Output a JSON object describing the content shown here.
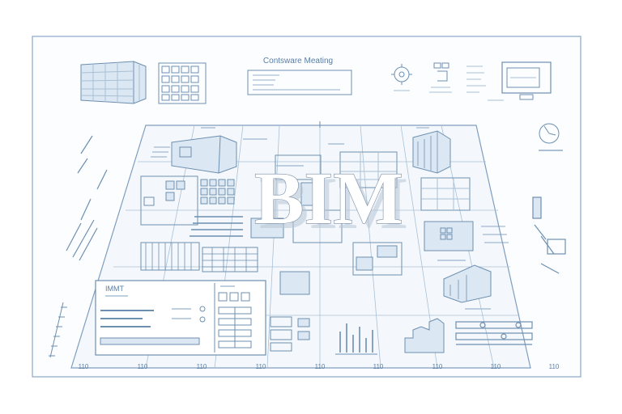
{
  "header": {
    "title": "Contsware Meating"
  },
  "hero": {
    "text": "BIM"
  },
  "bottom_scale": [
    "110",
    "110",
    "110",
    "110",
    "110",
    "110",
    "110",
    "110",
    "110"
  ],
  "panel_caption": "IMMT",
  "colors": {
    "ink": "#6d8fb0",
    "fill": "#dbe7f2",
    "paper": "#ffffff",
    "frame": "#8aa8c6"
  }
}
